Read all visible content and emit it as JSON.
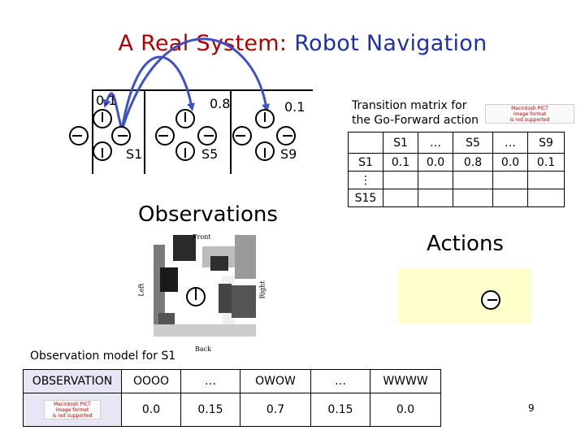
{
  "title": {
    "part1": "A Real System: ",
    "part2": "Robot Navigation"
  },
  "states": {
    "labels": [
      "S1",
      "S5",
      "S9"
    ],
    "probabilities": [
      "0.1",
      "0.8",
      "0.1"
    ]
  },
  "transition": {
    "caption_line1": "Transition matrix for",
    "caption_line2": "the Go-Forward action",
    "header": [
      "",
      "S1",
      "…",
      "S5",
      "…",
      "S9"
    ],
    "rows": [
      [
        "S1",
        "0.1",
        "0.0",
        "0.8",
        "0.0",
        "0.1"
      ],
      [
        "⋮",
        "",
        "",
        "",
        "",
        ""
      ],
      [
        "S15",
        "",
        "",
        "",
        "",
        ""
      ]
    ]
  },
  "pict_placeholder": {
    "line1": "Macintosh PICT",
    "line2": "image format",
    "line3": "is not supported"
  },
  "observations": {
    "heading": "Observations",
    "image_labels": {
      "front": "Front",
      "back": "Back",
      "left": "Left",
      "right": "Right"
    },
    "caption": "Observation model for S1",
    "header": [
      "OBSERVATION",
      "OOOO",
      "…",
      "OWOW",
      "…",
      "WWWW"
    ],
    "values": [
      "0.0",
      "0.15",
      "0.7",
      "0.15",
      "0.0"
    ]
  },
  "actions": {
    "heading": "Actions"
  },
  "colors": {
    "title_red": "#b00000",
    "title_blue": "#1f2fa6",
    "arc_blue": "#3d52c8",
    "actions_bg": "#ffffcc"
  },
  "page_number": "9"
}
